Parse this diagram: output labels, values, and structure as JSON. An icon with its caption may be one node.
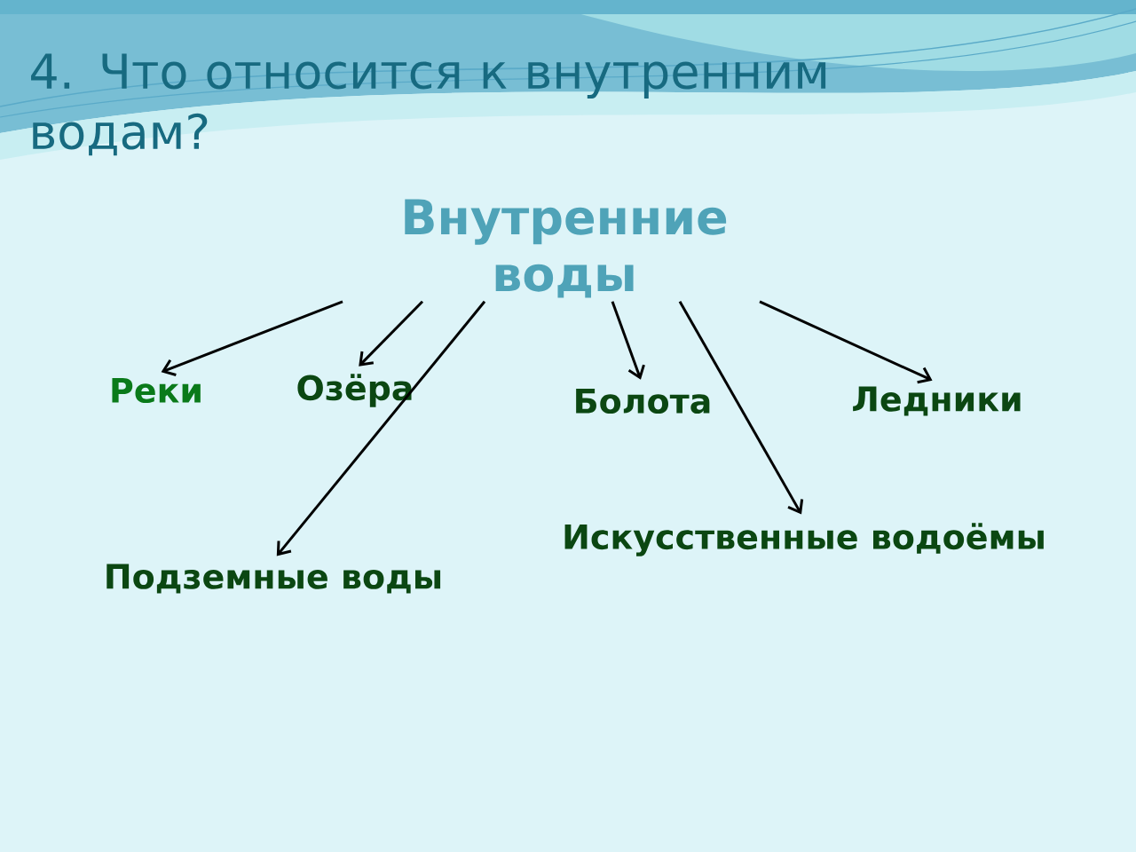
{
  "diagram": {
    "title": "4. Что относится к внутренним водам?",
    "nodes": [
      {
        "text": [
          "Внутренние воды"
        ]
      },
      {
        "text": [
          "Реки"
        ]
      },
      {
        "text": [
          "Озёра"
        ]
      },
      {
        "text": [
          "Болота"
        ]
      },
      {
        "text": [
          "Ледники"
        ]
      },
      {
        "text": [
          "Искусственные водоёмы"
        ]
      },
      {
        "text": [
          "Подземные воды"
        ]
      }
    ],
    "edges": [
      {
        "from": 0,
        "to": 1,
        "arrow": "to"
      },
      {
        "from": 0,
        "to": 2,
        "arrow": "to"
      },
      {
        "from": 0,
        "to": 6,
        "arrow": "to"
      },
      {
        "from": 0,
        "to": 3,
        "arrow": "to"
      },
      {
        "from": 0,
        "to": 5,
        "arrow": "to"
      },
      {
        "from": 0,
        "to": 4,
        "arrow": "to"
      }
    ]
  }
}
